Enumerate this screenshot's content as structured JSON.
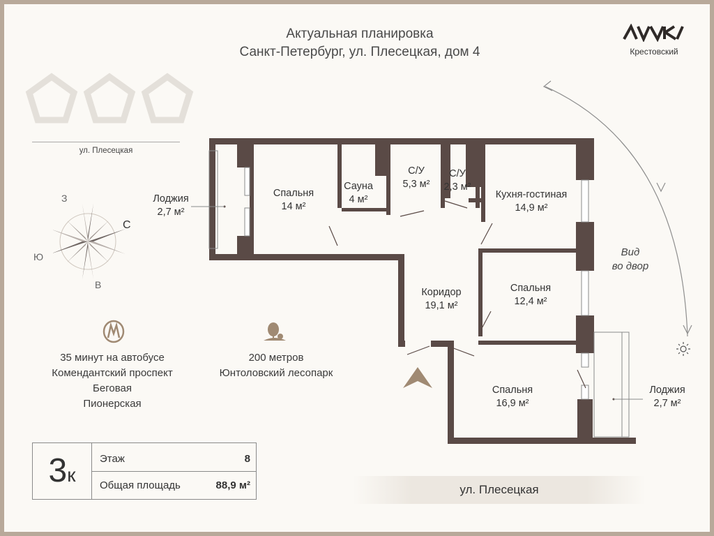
{
  "header": {
    "title_line1": "Актуальная планировка",
    "title_line2": "Санкт-Петербург, ул. Плесецкая, дом 4"
  },
  "logo": {
    "subtitle": "Крестовский"
  },
  "street": {
    "top": "ул. Плесецкая",
    "bottom": "ул. Плесецкая"
  },
  "compass": {
    "north": "С",
    "south": "Ю",
    "west": "З",
    "east": "В"
  },
  "view": {
    "line1": "Вид",
    "line2": "во двор"
  },
  "rooms": [
    {
      "name": "Лоджия",
      "area": "2,7 м²"
    },
    {
      "name": "Спальня",
      "area": "14 м²"
    },
    {
      "name": "Сауна",
      "area": "4 м²"
    },
    {
      "name": "С/У",
      "area": "5,3 м²"
    },
    {
      "name": "С/У",
      "area": "2,3 м²"
    },
    {
      "name": "Кухня-гостиная",
      "area": "14,9 м²"
    },
    {
      "name": "Коридор",
      "area": "19,1 м²"
    },
    {
      "name": "Спальня",
      "area": "12,4 м²"
    },
    {
      "name": "Спальня",
      "area": "16,9 м²"
    },
    {
      "name": "Лоджия",
      "area": "2,7 м²"
    }
  ],
  "metro": {
    "line1": "35 минут на автобусе",
    "line2": "Комендантский проспект",
    "line3": "Беговая",
    "line4": "Пионерская"
  },
  "park": {
    "line1": "200 метров",
    "line2": "Юнтоловский лесопарк"
  },
  "info": {
    "rooms_big": "3",
    "rooms_suffix": "к",
    "floor_label": "Этаж",
    "floor_value": "8",
    "area_label": "Общая площадь",
    "area_value": "88,9 м²"
  },
  "colors": {
    "wall": "#5a4a46",
    "accent": "#a08a73",
    "background": "#fbf9f5",
    "frame": "#b8a99a"
  }
}
